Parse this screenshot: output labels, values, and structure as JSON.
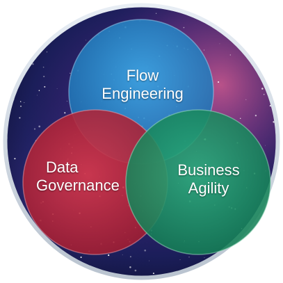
{
  "diagram": {
    "circles": [
      {
        "id": "flow",
        "lines": [
          "Flow",
          "Engineering"
        ],
        "color": "#2a8fd0"
      },
      {
        "id": "data",
        "lines": [
          "Data",
          "Governance"
        ],
        "color": "#c42a3c"
      },
      {
        "id": "business",
        "lines": [
          "Business",
          "Agility"
        ],
        "color": "#1e9a6a"
      }
    ],
    "background": {
      "theme": "galaxy",
      "colors": [
        "#1b1e5a",
        "#3a2472",
        "#6b2d7a",
        "#b04a86"
      ]
    }
  }
}
